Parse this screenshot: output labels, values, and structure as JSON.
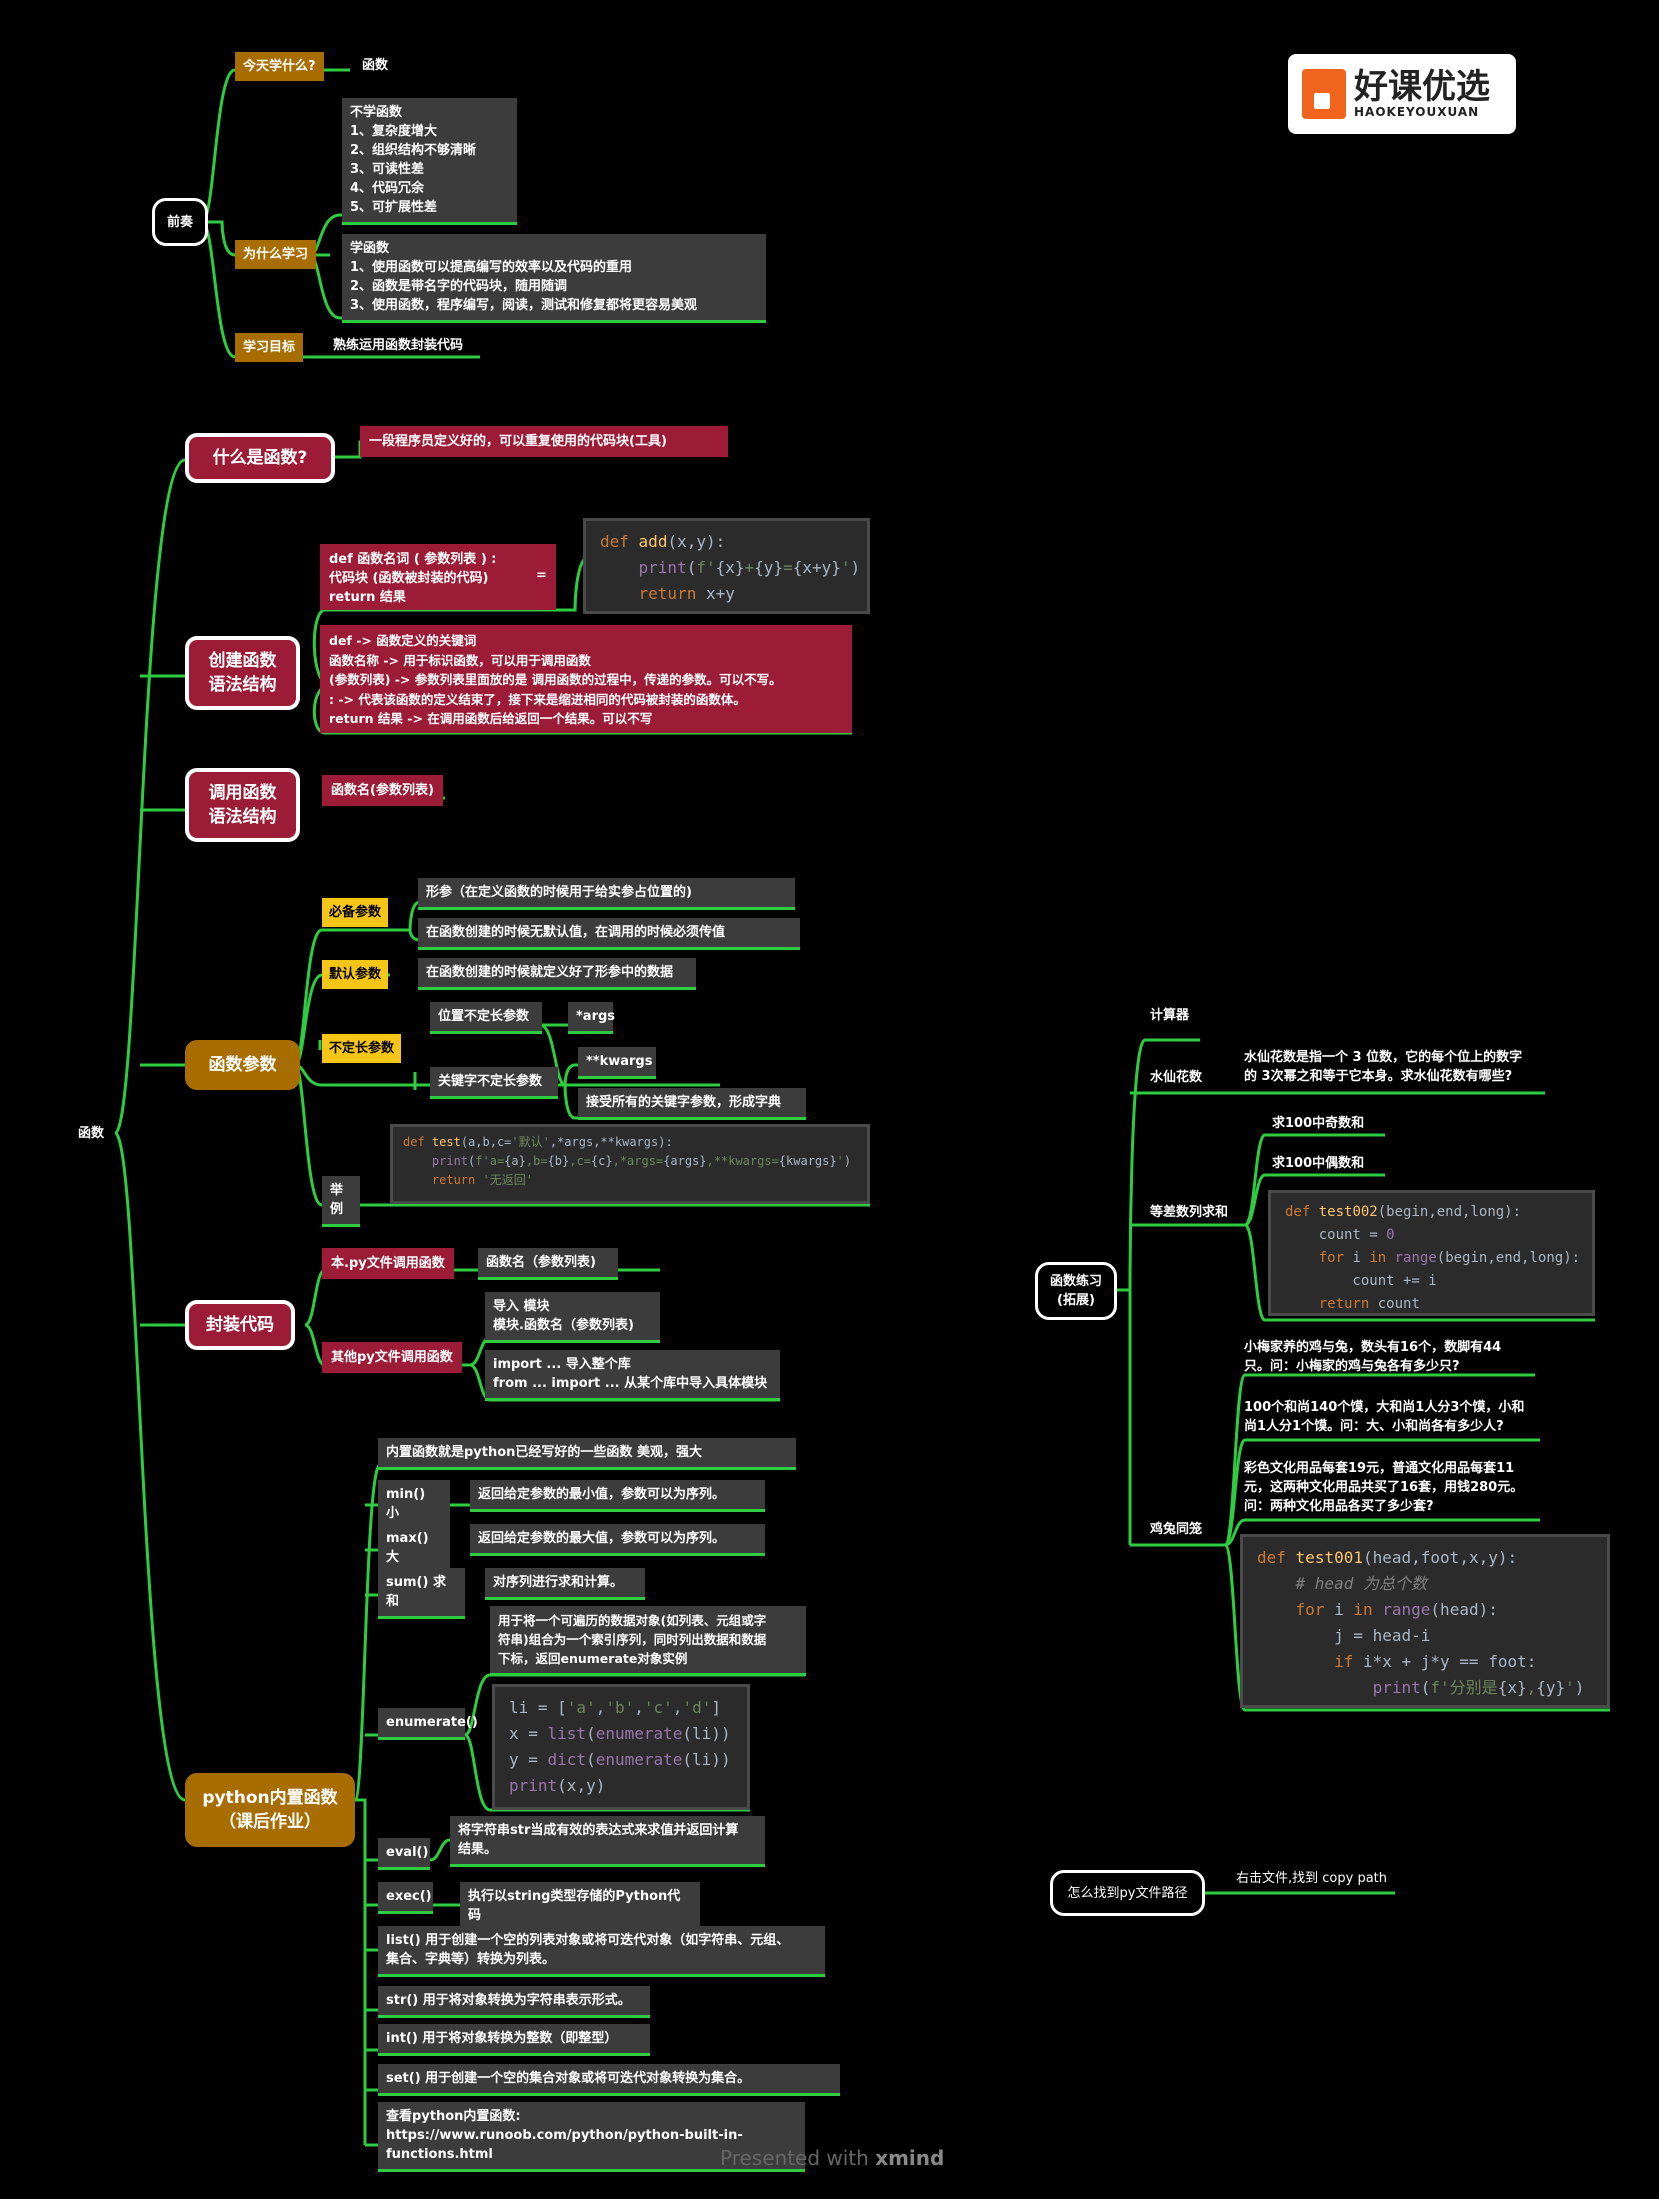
{
  "logo": {
    "title": "好课优选",
    "subtitle": "HAOKEYOUXUAN"
  },
  "footer": {
    "presented": "Presented with",
    "brand": "xmind"
  },
  "root": "函数",
  "prelude": {
    "title": "前奏",
    "today_q": "今天学什么?",
    "today_a": "函数",
    "why_q": "为什么学习",
    "without": "不学函数\n    1、复杂度增大\n    2、组织结构不够清晰\n    3、可读性差\n    4、代码冗余\n    5、可扩展性差",
    "with": "学函数\n                1、使用函数可以提高编写的效率以及代码的重用\n    2、函数是带名字的代码块，随用随调\n    3、使用函数，程序编写，阅读，测试和修复都将更容易美观",
    "goal_q": "学习目标",
    "goal_a": "熟练运用函数封装代码"
  },
  "what": {
    "title": "什么是函数?",
    "answer": "一段程序员定义好的，可以重复使用的代码块(工具)"
  },
  "create": {
    "title": "创建函数\n语法结构",
    "syntax": "def  函数名词 ( 参数列表 ) :\n    代码块 (函数被封装的代码)\n    return 结果",
    "eq": "=",
    "explain": "def  -> 函数定义的关键词\n函数名称   -> 用于标识函数，可以用于调用函数\n(参数列表)  -> 参数列表里面放的是 调用函数的过程中，传递的参数。可以不写。\n:  -> 代表该函数的定义结束了，接下来是缩进相同的代码被封装的函数体。\nreturn 结果  -> 在调用函数后给返回一个结果。可以不写"
  },
  "call": {
    "title": "调用函数\n语法结构",
    "syntax": "函数名(参数列表)"
  },
  "params": {
    "title": "函数参数",
    "required": "必备参数",
    "req_a": "形参（在定义函数的时候用于给实参占位置的)",
    "req_b": "在函数创建的时候无默认值，在调用的时候必须传值",
    "default": "默认参数",
    "default_a": "在函数创建的时候就定义好了形参中的数据",
    "variable": "不定长参数",
    "pos": "位置不定长参数",
    "pos_a": "*args",
    "kw": "关键字不定长参数",
    "kw_a": "**kwargs",
    "kw_b": "接受所有的关键字参数，形成字典",
    "example": "举例"
  },
  "wrap": {
    "title": "封装代码",
    "local": "本.py文件调用函数",
    "local_a": "函数名（参数列表)",
    "other": "其他py文件调用函数",
    "other_a": "导入  模块\n模块.函数名（参数列表)",
    "other_b": "import  ...  导入整个库\nfrom  ...  import ...   从某个库中导入具体模块"
  },
  "builtin": {
    "title": "python内置函数\n（课后作业）",
    "intro": "内置函数就是python已经写好的一些函数  美观，强大",
    "min": "min()  小",
    "min_a": "返回给定参数的最小值，参数可以为序列。",
    "max": "max()  大",
    "max_a": "返回给定参数的最大值，参数可以为序列。",
    "sum": "sum()  求和",
    "sum_a": "对序列进行求和计算。",
    "enumerate": "enumerate()",
    "enumerate_a": "用于将一个可遍历的数据对象(如列表、元组或字\n符串)组合为一个索引序列，同时列出数据和数据\n下标，返回enumerate对象实例",
    "eval": "eval()",
    "eval_a": "将字符串str当成有效的表达式来求值并返回计算\n结果。",
    "exec": "exec()",
    "exec_a": "执行以string类型存储的Python代码",
    "list": "list()  用于创建一个空的列表对象或将可迭代对象（如字符串、元组、\n集合、字典等）转换为列表。",
    "str": "str() 用于将对象转换为字符串表示形式。",
    "int": "int() 用于将对象转换为整数（即整型）",
    "set": "set() 用于创建一个空的集合对象或将可迭代对象转换为集合。",
    "more": "查看python内置函数:\nhttps://www.runoob.com/python/python-built-in-functions.html"
  },
  "practice": {
    "title": "函数练习\n(拓展)",
    "calc": "计算器",
    "narc": "水仙花数",
    "narc_a": "水仙花数是指一个 3 位数，它的每个位上的数字\n的 3次幂之和等于它本身。求水仙花数有哪些?",
    "arith": "等差数列求和",
    "odd": "求100中奇数和",
    "even": "求100中偶数和",
    "chick": "鸡兔同笼",
    "chick_a": "小梅家养的鸡与兔，数头有16个，数脚有44\n只。问：小梅家的鸡与兔各有多少只?",
    "chick_b": "100个和尚140个馍，大和尚1人分3个馍，小和\n尚1人分1个馍。问：大、小和尚各有多少人?",
    "chick_c": "彩色文化用品每套19元，普通文化用品每套11\n元，这两种文化用品共买了16套，用钱280元。\n问：两种文化用品各买了多少套?"
  },
  "path": {
    "q": "怎么找到py文件路径",
    "a": "右击文件,找到 copy path"
  }
}
